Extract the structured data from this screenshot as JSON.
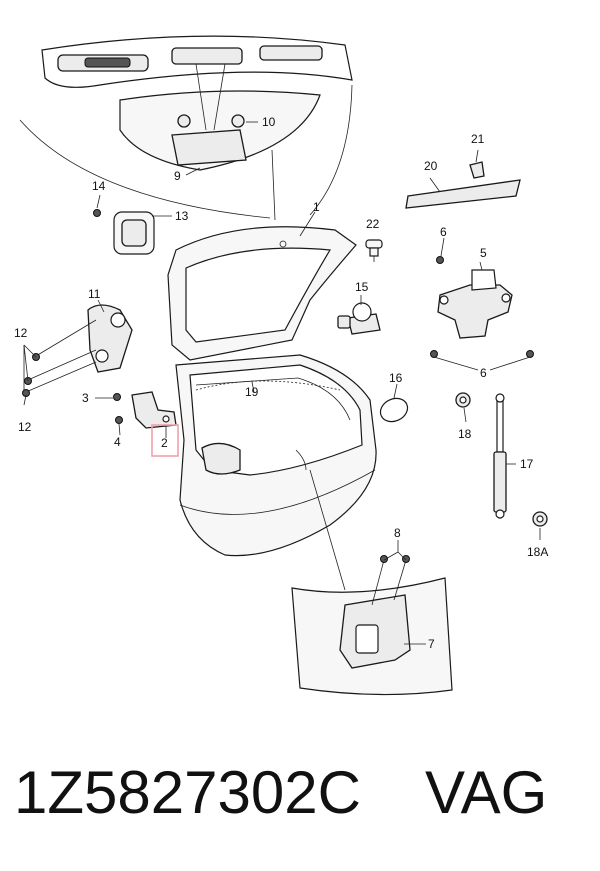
{
  "callouts": {
    "c1": "1",
    "c2": "2",
    "c3": "3",
    "c4": "4",
    "c5": "5",
    "c6a": "6",
    "c6b": "6",
    "c7": "7",
    "c8": "8",
    "c9": "9",
    "c10": "10",
    "c11": "11",
    "c12a": "12",
    "c12b": "12",
    "c13": "13",
    "c14": "14",
    "c15": "15",
    "c16": "16",
    "c17": "17",
    "c18": "18",
    "c18a": "18A",
    "c19": "19",
    "c20": "20",
    "c21": "21",
    "c22": "22"
  },
  "highlight_color": "#f2a0aa",
  "footer": {
    "part_number": "1Z5827302C",
    "brand": "VAG"
  }
}
